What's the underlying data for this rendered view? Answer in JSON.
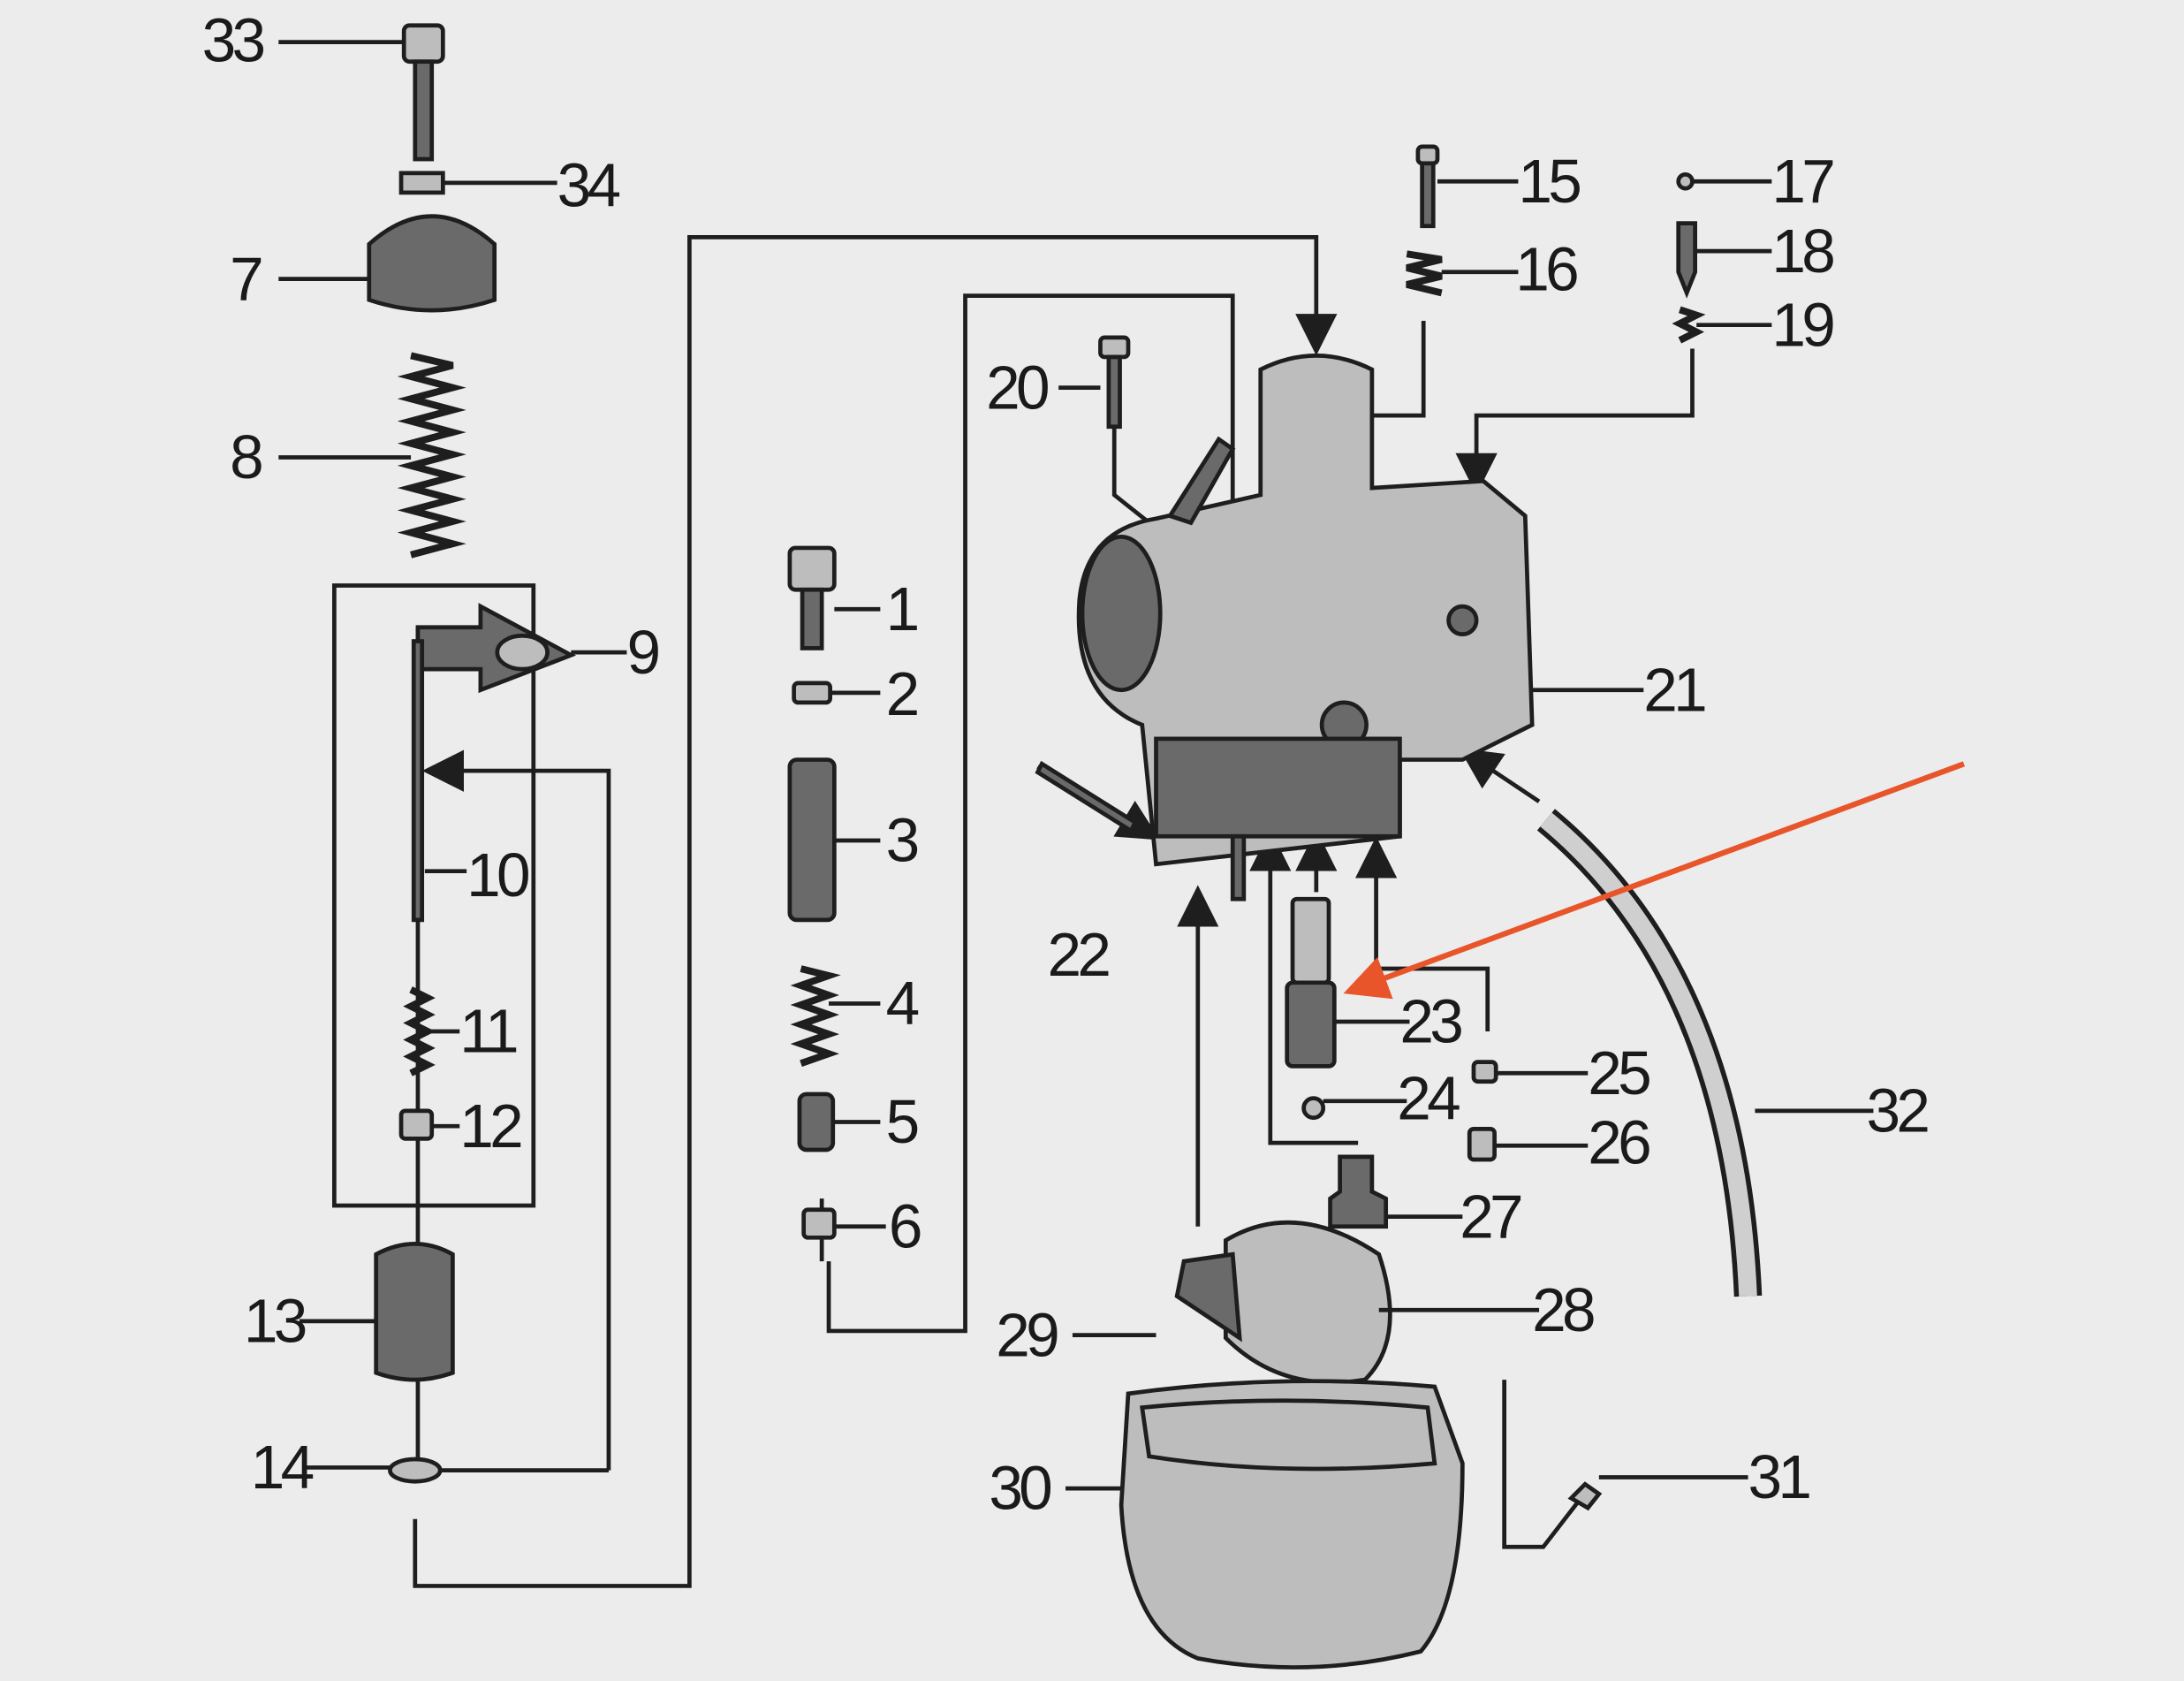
{
  "diagram": {
    "title": "Carburetor exploded parts diagram",
    "accent_arrow_color": "#e8552a",
    "labels": {
      "1": "1",
      "2": "2",
      "3": "3",
      "4": "4",
      "5": "5",
      "6": "6",
      "7": "7",
      "8": "8",
      "9": "9",
      "10": "10",
      "11": "11",
      "12": "12",
      "13": "13",
      "14": "14",
      "15": "15",
      "16": "16",
      "17": "17",
      "18": "18",
      "19": "19",
      "20": "20",
      "21": "21",
      "22": "22",
      "23": "23",
      "24": "24",
      "25": "25",
      "26": "26",
      "27": "27",
      "28": "28",
      "29": "29",
      "30": "30",
      "31": "31",
      "32": "32",
      "33": "33",
      "34": "34"
    }
  }
}
